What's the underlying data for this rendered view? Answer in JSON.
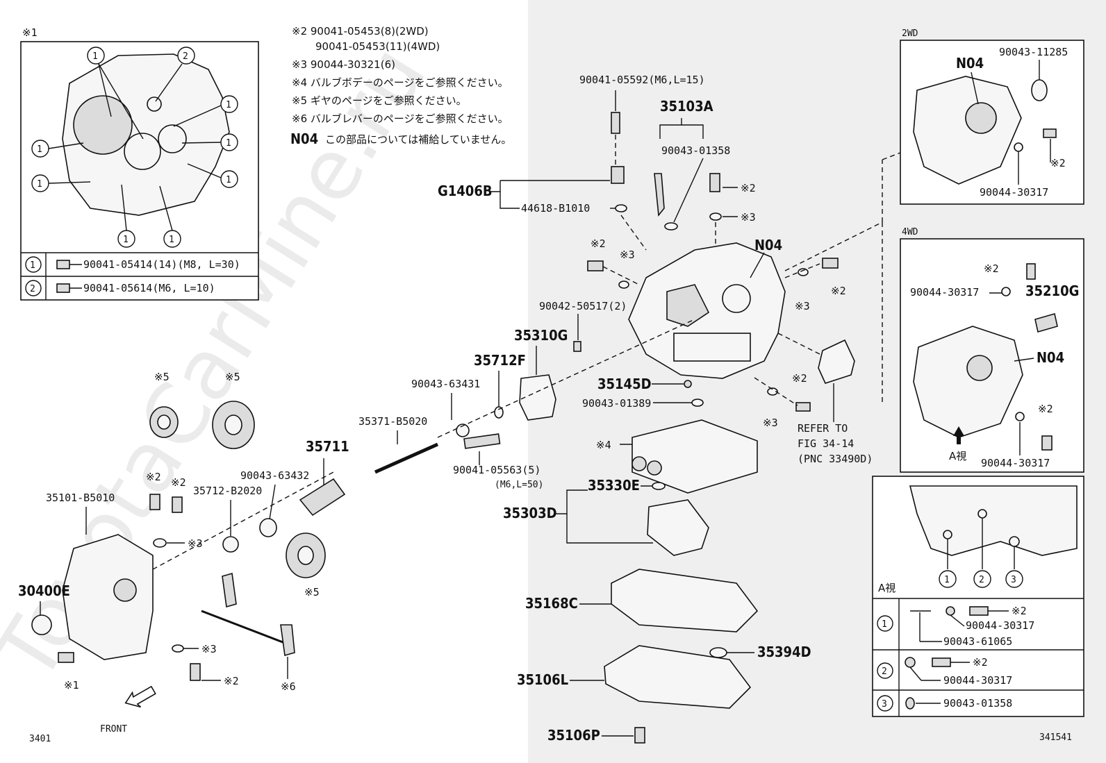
{
  "notes": {
    "n2a": "※2  90041-05453(8)(2WD)",
    "n2b": "90041-05453(11)(4WD)",
    "n3": "※3  90044-30321(6)",
    "n4": "※4  バルブボデーのページをご参照ください。",
    "n5": "※5  ギヤのページをご参照ください。",
    "n6": "※6  バルブレバーのページをご参照ください。",
    "n04_key": "N04",
    "n04_text": "この部品については補給していません。"
  },
  "inset1": {
    "title": "※1",
    "row1_num": "1",
    "row1_text": "90041-05414(14)(M8, L=30)",
    "row2_num": "2",
    "row2_text": "90041-05614(M6, L=10)",
    "marker1": "1",
    "marker2": "2"
  },
  "inset2wd": {
    "title": "2WD",
    "n04": "N04",
    "p1": "90043-11285",
    "p2": "※2",
    "p3": "90044-30317"
  },
  "inset4wd": {
    "title": "4WD",
    "p1": "※2",
    "p2": "90044-30317",
    "p3": "35210G",
    "n04": "N04",
    "p4": "※2",
    "view": "A視",
    "p5": "90044-30317"
  },
  "insetA": {
    "title": "A視",
    "m1": "1",
    "m2": "2",
    "m3": "3",
    "r1a": "※2",
    "r1b": "90044-30317",
    "r1c": "90043-61065",
    "r2a": "※2",
    "r2b": "90044-30317",
    "r3": "90043-01358"
  },
  "labels": {
    "l90041_05592": "90041-05592(M6,L=15)",
    "l35103A": "35103A",
    "l90043_01358": "90043-01358",
    "lG1406B": "G1406B",
    "l44618": "44618-B1010",
    "n2_a": "※2",
    "n3_a": "※3",
    "n04_main": "N04",
    "n2_b": "※2",
    "n3_b": "※3",
    "n3_c": "※3",
    "n2_c": "※2",
    "l90042": "90042-50517(2)",
    "l35310G": "35310G",
    "l35712F": "35712F",
    "l90043_63431": "90043-63431",
    "l35145D": "35145D",
    "l90043_01389": "90043-01389",
    "n2_d": "※2",
    "n3_d": "※3",
    "refer1": "REFER TO",
    "refer2": "FIG 34-14",
    "refer3": "(PNC 33490D)",
    "n5_a": "※5",
    "n5_b": "※5",
    "l35371": "35371-B5020",
    "l35711": "35711",
    "n4_a": "※4",
    "l90041_05563": "90041-05563(5)",
    "l90041_05563b": "(M6,L=50)",
    "l35330E": "35330E",
    "l35303D": "35303D",
    "n2_e": "※2",
    "n2_f": "※2",
    "l35101": "35101-B5010",
    "l35712B": "35712-B2020",
    "l90043_63432": "90043-63432",
    "n3_e": "※3",
    "l30400E": "30400E",
    "n5_c": "※5",
    "n3_f": "※3",
    "n1_a": "※1",
    "n2_g": "※2",
    "n6_a": "※6",
    "l35168C": "35168C",
    "l35394D": "35394D",
    "l35106L": "35106L",
    "l35106P": "35106P",
    "front": "FRONT",
    "fig_left": "3401",
    "fig_right": "341541"
  },
  "watermark": "ToyotaCarMine.ru"
}
